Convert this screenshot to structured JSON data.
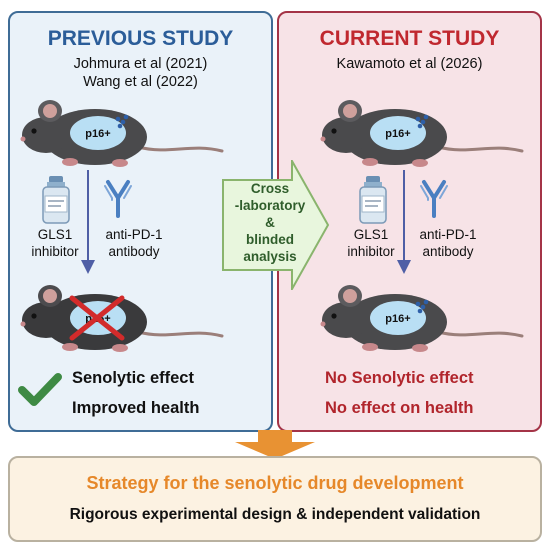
{
  "previous": {
    "title": "PREVIOUS STUDY",
    "citations": [
      "Johmura et al (2021)",
      "Wang et al (2022)"
    ],
    "mouse_label": "p16+",
    "drug1": [
      "GLS1",
      "inhibitor"
    ],
    "drug2": [
      "anti-PD-1",
      "antibody"
    ],
    "effects": [
      "Senolytic effect",
      "Improved health"
    ]
  },
  "center": {
    "lines": [
      "Cross",
      "-laboratory",
      "&",
      "blinded",
      "analysis"
    ]
  },
  "current": {
    "title": "CURRENT STUDY",
    "citations": [
      "Kawamoto et al (2026)"
    ],
    "mouse_label": "p16+",
    "drug1": [
      "GLS1",
      "inhibitor"
    ],
    "drug2": [
      "anti-PD-1",
      "antibody"
    ],
    "effects": [
      "No Senolytic effect",
      "No effect on health"
    ]
  },
  "bottom": {
    "title": "Strategy for the senolytic drug development",
    "subtitle": "Rigorous experimental design & independent validation"
  },
  "colors": {
    "previous_accent": "#2b5d99",
    "current_accent": "#c0282f",
    "center_arrow": "#e8f6dd",
    "bottom_accent": "#e6882a",
    "check": "#3e8a44",
    "cross": "#d22b2b"
  }
}
